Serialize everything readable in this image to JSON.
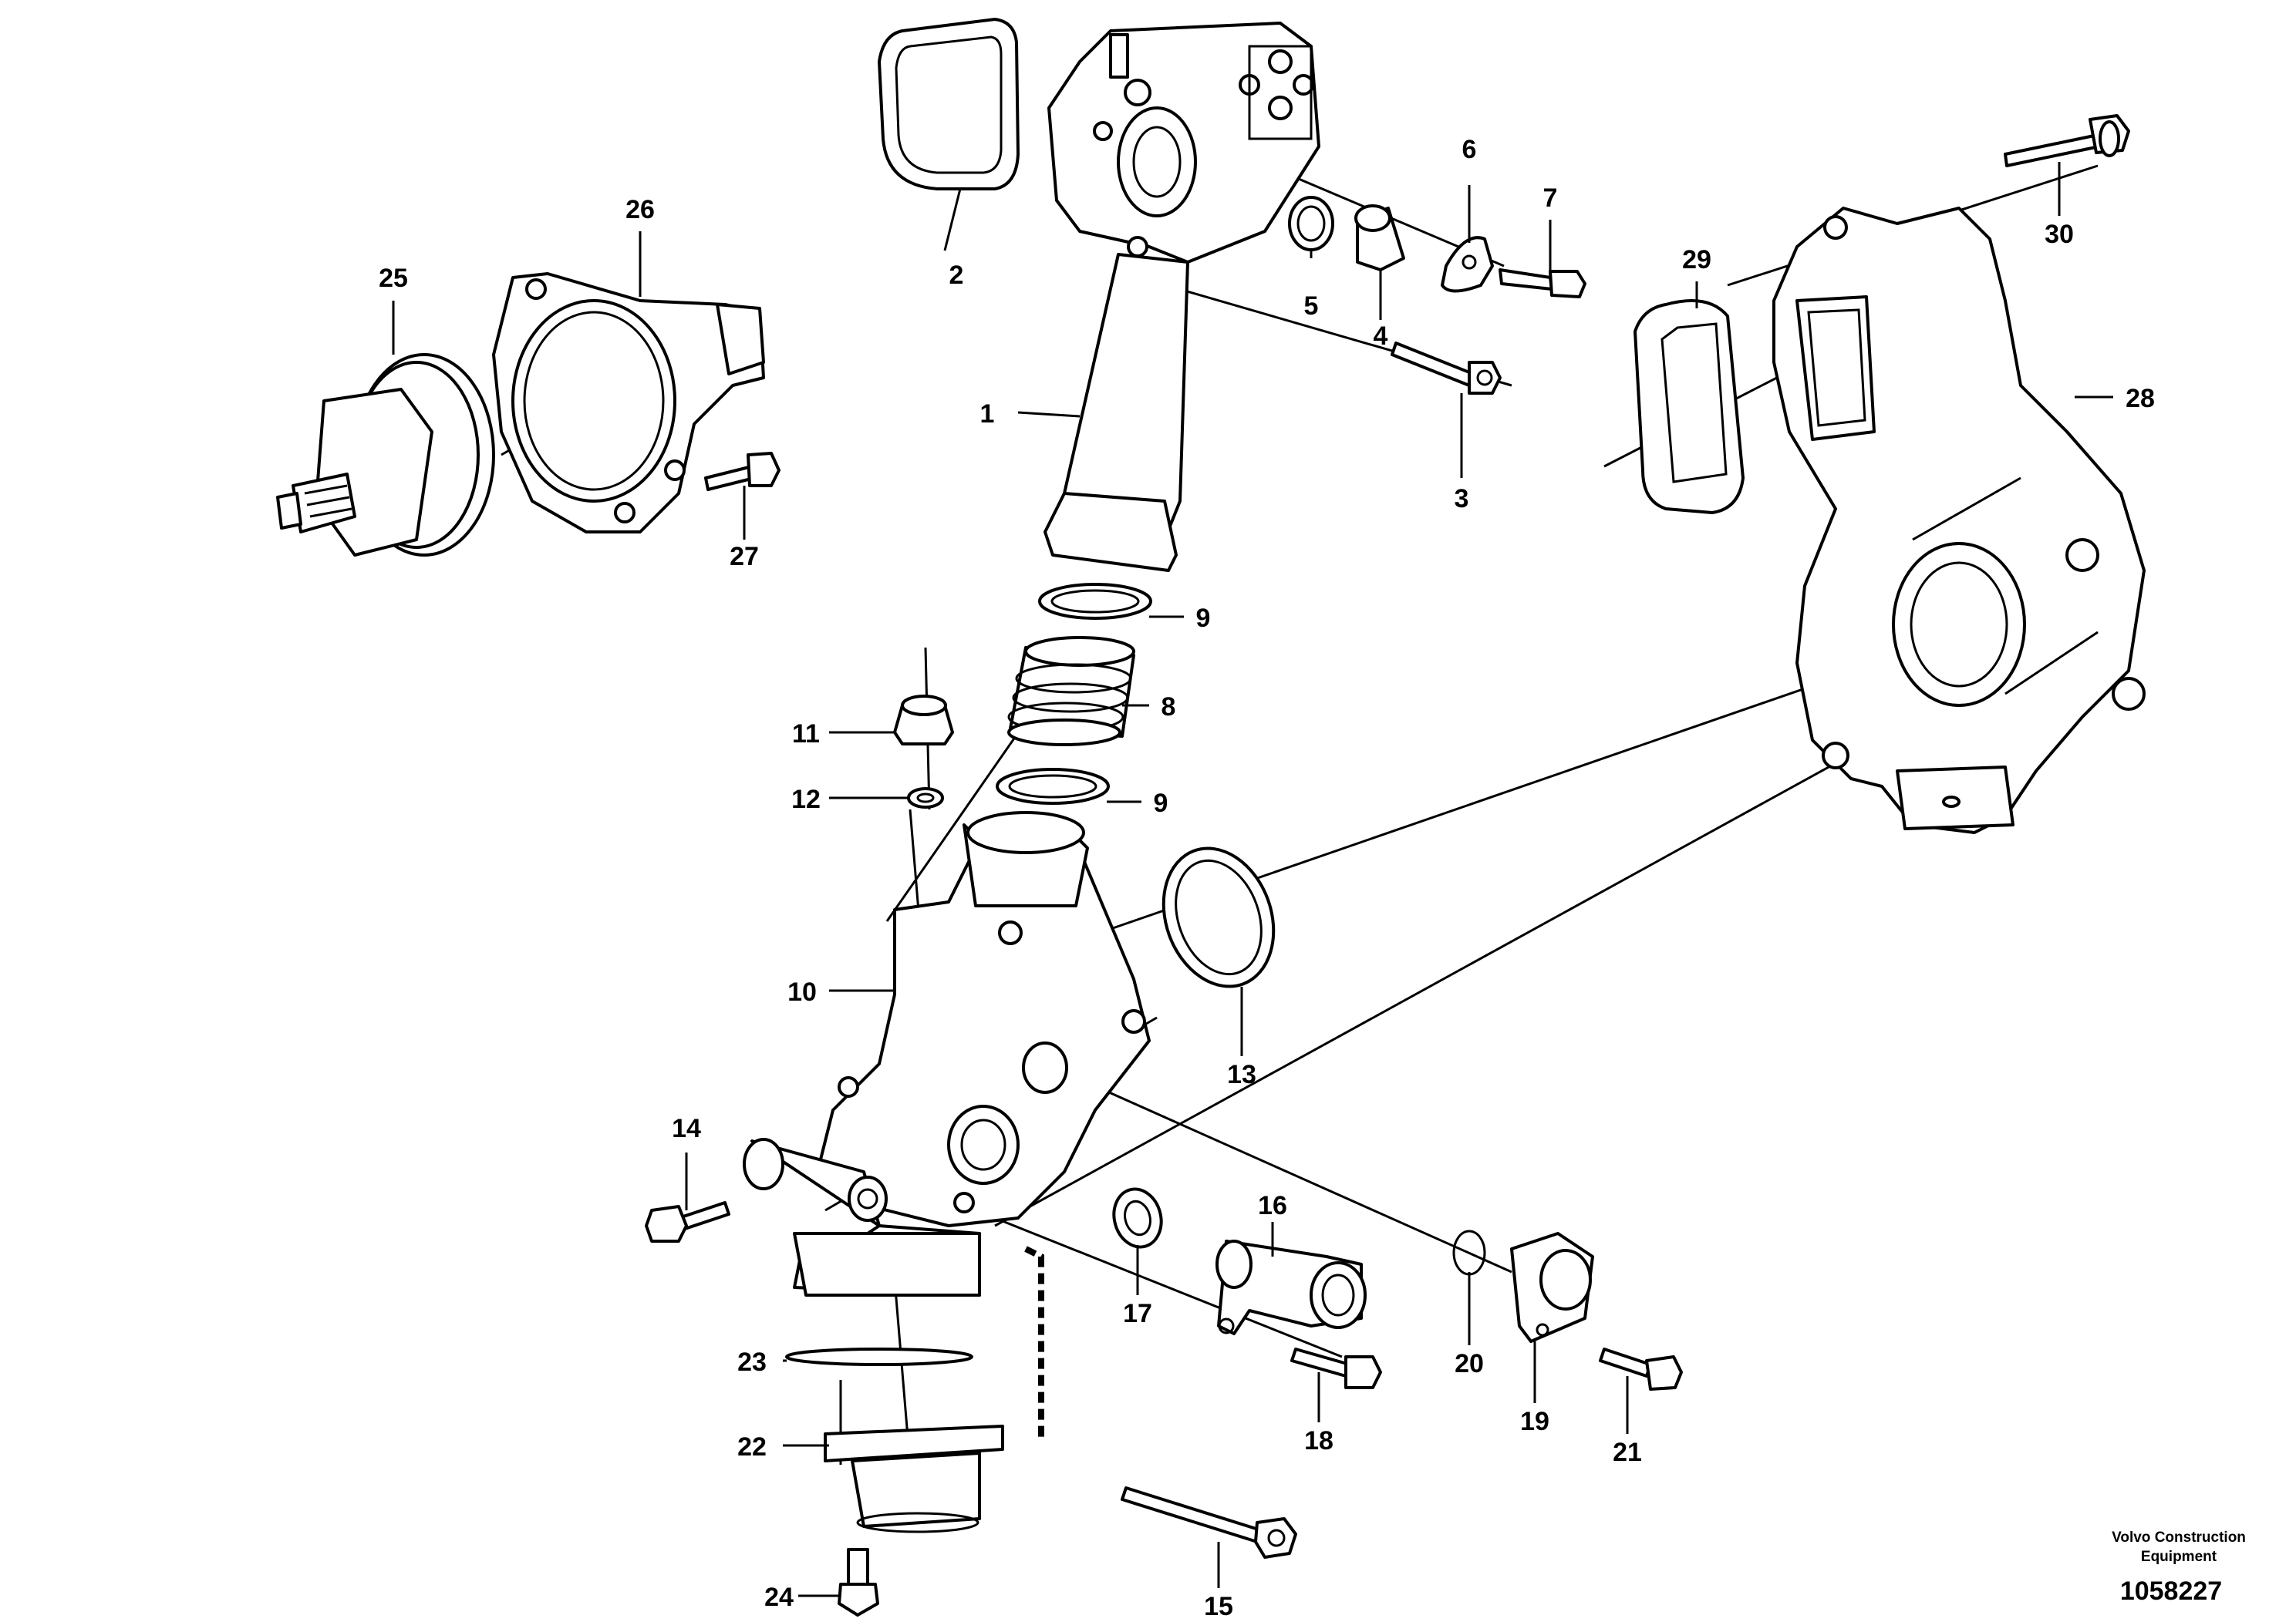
{
  "diagram": {
    "callouts": [
      "1",
      "2",
      "3",
      "4",
      "5",
      "6",
      "7",
      "8",
      "9",
      "9",
      "10",
      "11",
      "12",
      "13",
      "14",
      "15",
      "16",
      "17",
      "18",
      "19",
      "20",
      "21",
      "22",
      "23",
      "24",
      "25",
      "26",
      "27",
      "28",
      "29",
      "30"
    ],
    "footer": {
      "brand_line1": "Volvo Construction",
      "brand_line2": "Equipment",
      "doc_number": "1058227"
    }
  }
}
